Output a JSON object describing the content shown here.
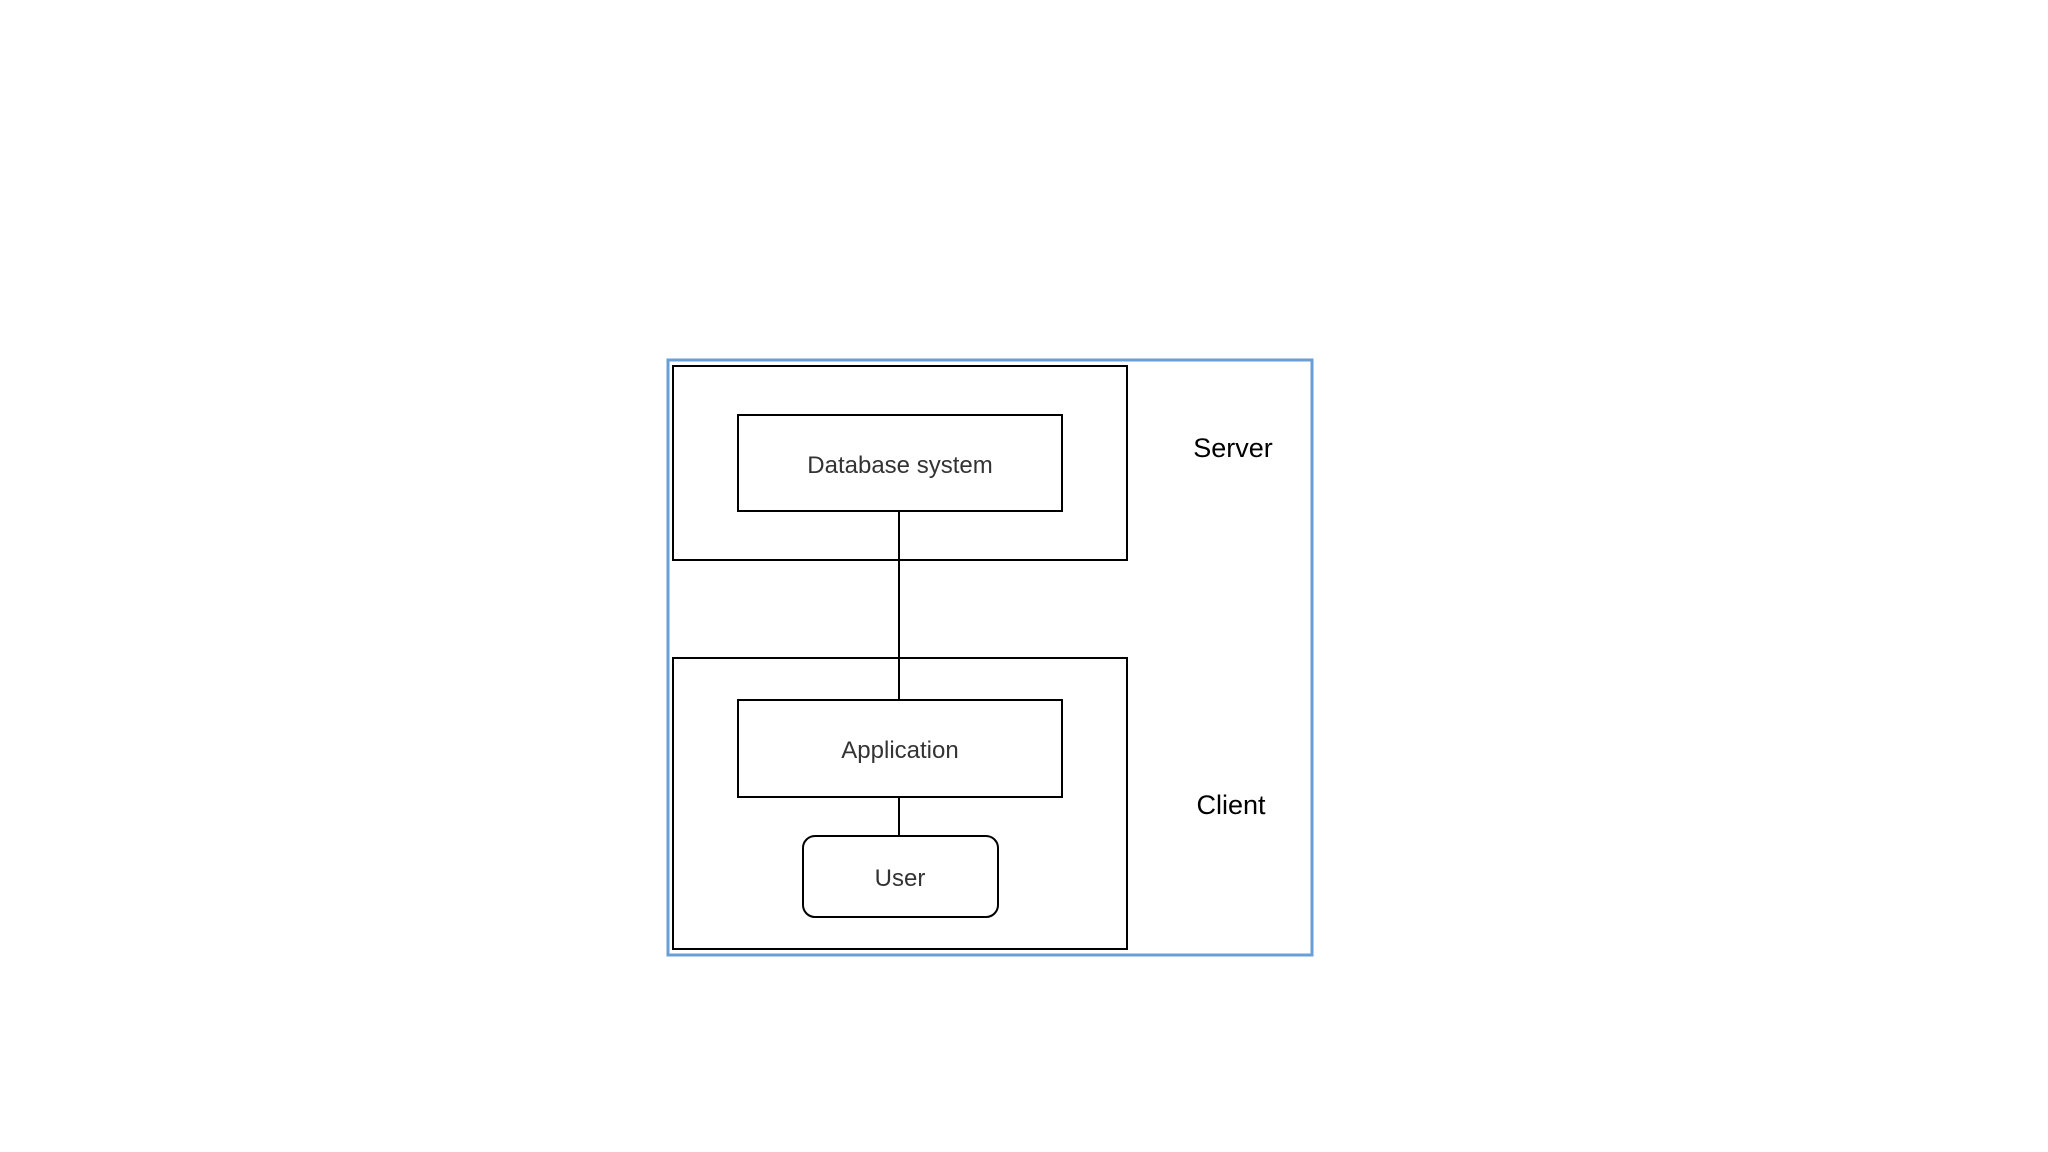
{
  "diagram": {
    "server": {
      "label": "Server",
      "node": "Database system"
    },
    "client": {
      "label": "Client",
      "application": "Application",
      "user": "User"
    },
    "colors": {
      "selection_border": "#6a9fd6",
      "stroke": "#000000",
      "text": "#333333",
      "background": "#ffffff"
    }
  }
}
